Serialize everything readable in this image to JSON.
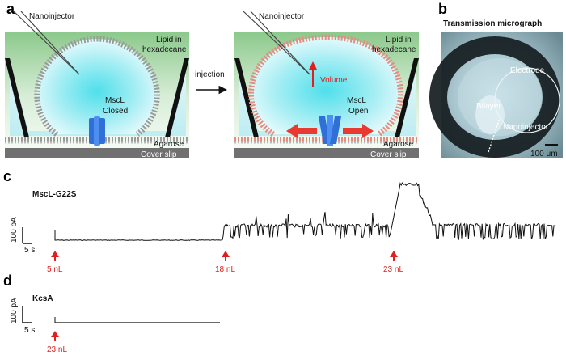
{
  "panels": {
    "a": {
      "letter": "a",
      "left": {
        "nanoinjector": "Nanoinjector",
        "lipid_line1": "Lipid in",
        "lipid_line2": "hexadecane",
        "mscl_line1": "MscL",
        "mscl_line2": "Closed",
        "agarose": "Agarose",
        "cover_slip": "Cover slip"
      },
      "arrow_label": "injection",
      "right": {
        "nanoinjector": "Nanoinjector",
        "lipid_line1": "Lipid in",
        "lipid_line2": "hexadecane",
        "volume": "Volume",
        "mscl_line1": "MscL",
        "mscl_line2": "Open",
        "agarose": "Agarose",
        "cover_slip": "Cover slip"
      }
    },
    "b": {
      "letter": "b",
      "title": "Transmission micrograph",
      "electrode": "Electrode",
      "bilayer": "Bilayer",
      "nanoinjector": "Nanoinjector",
      "scale": "100 μm"
    },
    "c": {
      "letter": "c",
      "trace_label": "MscL-G22S",
      "scale_y": "100 pA",
      "scale_x": "5 s",
      "injections": [
        "5 nL",
        "18 nL",
        "23 nL"
      ]
    },
    "d": {
      "letter": "d",
      "trace_label": "KcsA",
      "scale_y": "100 pA",
      "scale_x": "5 s",
      "injections": [
        "23 nL"
      ]
    }
  },
  "colors": {
    "injection_arrow": "#e02020",
    "channel": "#2f6fd6",
    "lipid_closed": "#9a9a9a",
    "lipid_open": "#e28c82",
    "droplet": "#6fe3ee",
    "lipid_phase": "#b8dcb8",
    "cover_slip": "#707070"
  }
}
